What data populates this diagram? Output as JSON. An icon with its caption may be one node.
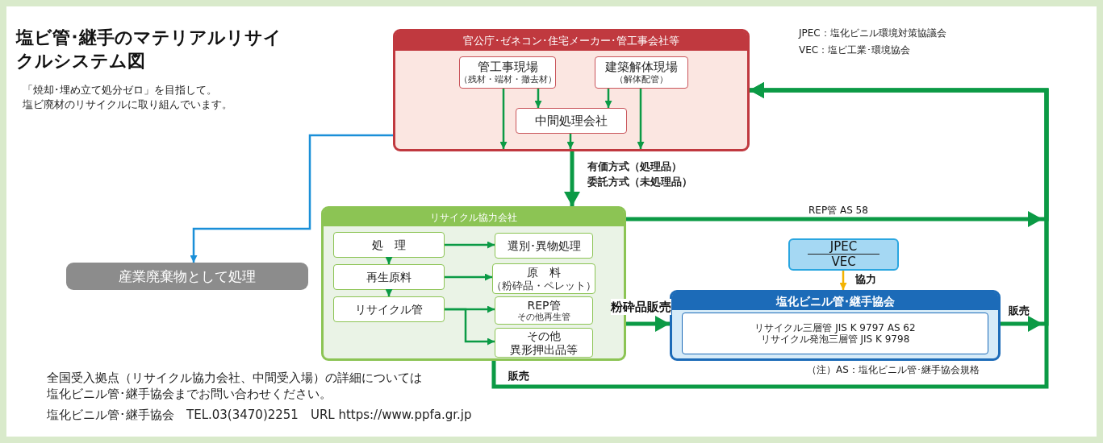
{
  "diagram": {
    "title": "塩ビ管･継手のマテリアルリサイクルシステム図",
    "nodes": [
      {
        "text": [
          "官公庁･ゼネコン･住宅メーカー･管工事会社等"
        ]
      },
      {
        "text": [
          "管工事現場",
          "（残材・端材・撤去材）"
        ],
        "in": 0
      },
      {
        "text": [
          "建築解体現場",
          "（解体配管）"
        ],
        "in": 0
      },
      {
        "text": [
          "中間処理会社"
        ],
        "in": 0
      },
      {
        "text": [
          "リサイクル協力会社"
        ]
      },
      {
        "text": [
          "処　理"
        ],
        "in": 4
      },
      {
        "text": [
          "選別･異物処理"
        ],
        "in": 4
      },
      {
        "text": [
          "再生原料"
        ],
        "in": 4
      },
      {
        "text": [
          "原　料",
          "（粉砕品・ペレット）"
        ],
        "in": 4
      },
      {
        "text": [
          "リサイクル管"
        ],
        "in": 4
      },
      {
        "text": [
          "REP管",
          "その他再生管"
        ],
        "in": 4
      },
      {
        "text": [
          "その他",
          "異形押出品等"
        ],
        "in": 4
      },
      {
        "text": [
          "産業廃棄物として処理"
        ]
      },
      {
        "text": [
          "JPEC",
          "VEC"
        ]
      },
      {
        "text": [
          "塩化ビニル管･継手協会"
        ]
      },
      {
        "text": [
          "リサイクル三層管 JIS K 9797 AS 62",
          "リサイクル発泡三層管 JIS K 9798"
        ],
        "in": 14
      }
    ],
    "edges": [
      {
        "from": 1,
        "to": 0,
        "arrow": "to"
      },
      {
        "from": 1,
        "to": 3,
        "arrow": "to"
      },
      {
        "from": 2,
        "to": 3,
        "arrow": "to"
      },
      {
        "from": 2,
        "to": 0,
        "arrow": "to"
      },
      {
        "from": 3,
        "to": 0,
        "arrow": "to"
      },
      {
        "from": 0,
        "to": 4,
        "arrow": "to",
        "style": "thick"
      },
      {
        "from": 0,
        "to": 12,
        "arrow": "to",
        "color": "#1a8fd8"
      },
      {
        "from": 5,
        "to": 6,
        "arrow": "to"
      },
      {
        "from": 5,
        "to": 7,
        "arrow": "to"
      },
      {
        "from": 7,
        "to": 8,
        "arrow": "to"
      },
      {
        "from": 7,
        "to": 9,
        "arrow": "to"
      },
      {
        "from": 9,
        "to": 10,
        "arrow": "to"
      },
      {
        "from": 9,
        "to": 11,
        "arrow": "to"
      },
      {
        "from": 4,
        "to": 0,
        "arrow": "to",
        "style": "thick",
        "label": "REP管 AS 58"
      },
      {
        "from": 4,
        "to": 14,
        "arrow": "to",
        "style": "thick",
        "label": "粉砕品販売"
      },
      {
        "from": 13,
        "to": 14,
        "arrow": "to",
        "color": "#f3b200",
        "label": "協力"
      },
      {
        "from": 14,
        "to": 0,
        "arrow": "to",
        "style": "thick",
        "label": "販売"
      },
      {
        "from": 4,
        "to": 0,
        "arrow": "to",
        "style": "thick",
        "label": "販売"
      }
    ],
    "labels": [
      "「焼却･埋め立て処分ゼロ」を目指して。",
      "塩ビ廃材のリサイクルに取り組んでいます。",
      "JPEC：塩化ビニル環境対策協議会",
      "VEC：塩ビ工業･環境協会",
      "有価方式（処理品）",
      "委託方式（未処理品）",
      "（注）AS：塩化ビニル管･継手協会規格",
      "全国受入拠点（リサイクル協力会社、中間受入場）の詳細については塩化ビニル管･継手協会までお問い合わせください。",
      "塩化ビニル管･継手協会　TEL.03(3470)2251　URL https://www.ppfa.gr.jp"
    ]
  }
}
